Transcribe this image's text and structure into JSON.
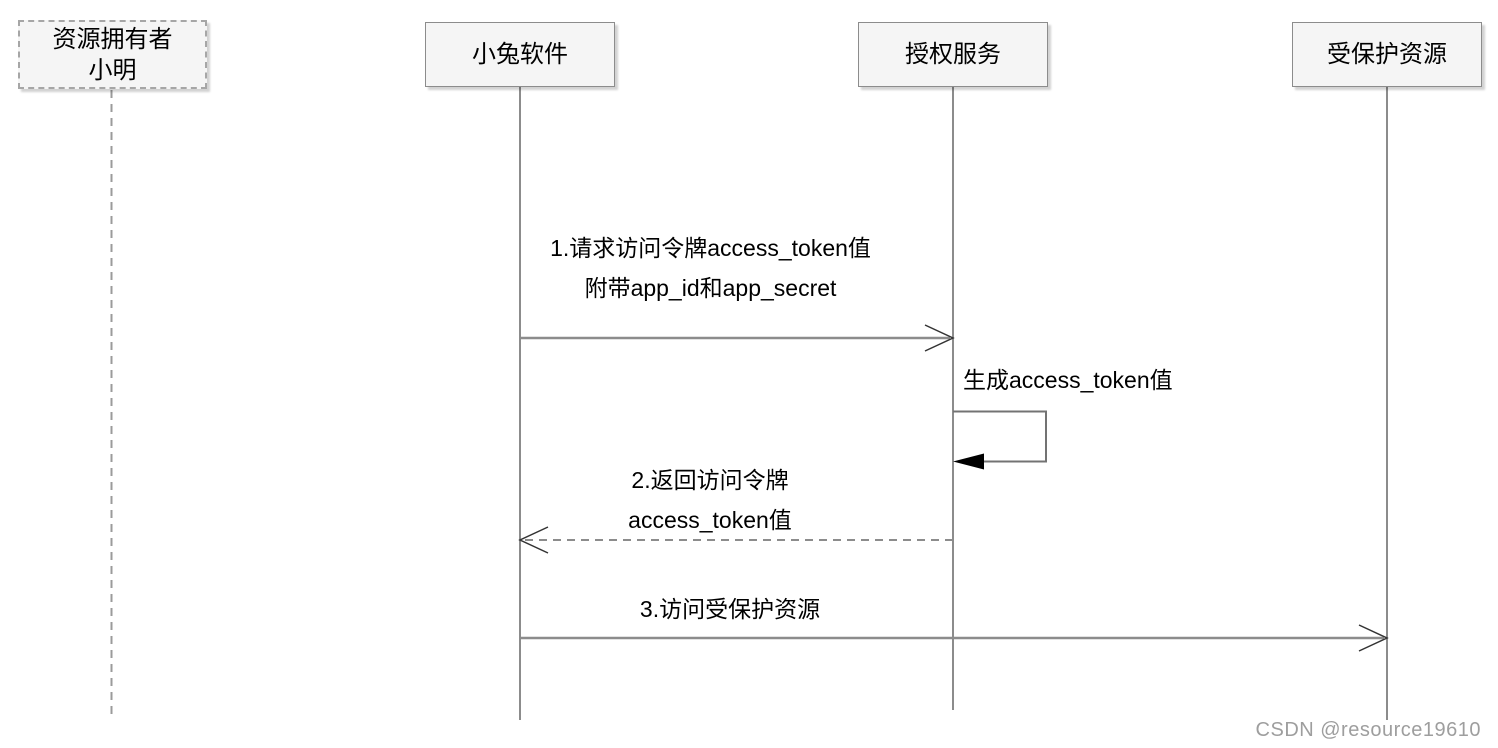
{
  "diagram": {
    "type": "sequence-diagram",
    "actors": [
      {
        "id": "owner",
        "label": "资源拥有者\n小明",
        "border": "dashed"
      },
      {
        "id": "app",
        "label": "小兔软件",
        "border": "solid"
      },
      {
        "id": "auth",
        "label": "授权服务",
        "border": "solid"
      },
      {
        "id": "resource",
        "label": "受保护资源",
        "border": "solid"
      }
    ],
    "messages": [
      {
        "seq": "1",
        "from": "app",
        "to": "auth",
        "style": "solid-open-arrow",
        "label": "1.请求访问令牌access_token值\n附带app_id和app_secret"
      },
      {
        "seq": "",
        "from": "auth",
        "to": "auth",
        "style": "self-loop-filled-arrow",
        "label": "生成access_token值"
      },
      {
        "seq": "2",
        "from": "auth",
        "to": "app",
        "style": "dashed-open-arrow",
        "label": "2.返回访问令牌\naccess_token值"
      },
      {
        "seq": "3",
        "from": "app",
        "to": "resource",
        "style": "solid-open-arrow",
        "label": "3.访问受保护资源"
      }
    ],
    "watermark": "CSDN @resource19610",
    "colors": {
      "line_gray": "#8c8c8c",
      "arrowhead": "#333333",
      "box_fill": "#f5f5f5",
      "box_border": "#8c8c8c",
      "text": "#000000",
      "watermark": "#9e9e9e",
      "background": "#ffffff"
    }
  }
}
